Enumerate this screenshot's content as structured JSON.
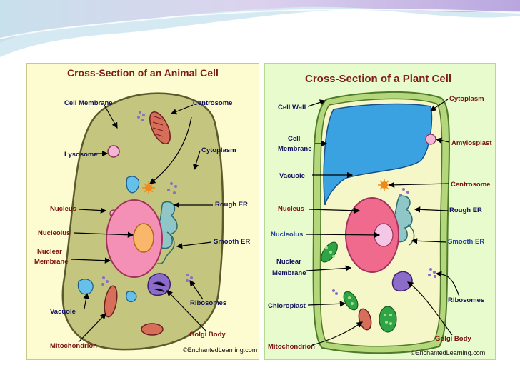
{
  "animal_cell": {
    "title": "Cross-Section of an Animal Cell",
    "labels": {
      "cell_membrane": "Cell Membrane",
      "centrosome": "Centrosome",
      "lysosome": "Lysosome",
      "cytoplasm": "Cytoplasm",
      "nucleus": "Nucleus",
      "rough_er": "Rough ER",
      "nucleolus": "Nucleolus",
      "nuclear_membrane_1": "Nuclear",
      "nuclear_membrane_2": "Membrane",
      "smooth_er": "Smooth ER",
      "ribosomes": "Ribosomes",
      "vacuole": "Vacuole",
      "golgi_body": "Golgi Body",
      "mitochondrion": "Mitochondrion"
    },
    "credit": "©EnchantedLearning.com"
  },
  "plant_cell": {
    "title": "Cross-Section of a Plant Cell",
    "labels": {
      "cell_wall": "Cell Wall",
      "cytoplasm": "Cytoplasm",
      "cell_membrane_1": "Cell",
      "cell_membrane_2": "Membrane",
      "amylosplast": "Amylosplast",
      "vacuole": "Vacuole",
      "centrosome": "Centrosome",
      "nucleus": "Nucleus",
      "rough_er": "Rough ER",
      "nucleolus": "Nucleolus",
      "smooth_er": "Smooth ER",
      "nuclear_membrane_1": "Nuclear",
      "nuclear_membrane_2": "Membrane",
      "ribosomes": "Ribosomes",
      "chloroplast": "Chloroplast",
      "golgi_body": "Golgi Body",
      "mitochondrion": "Mitochondrion"
    },
    "credit": "©EnchantedLearning.com"
  }
}
